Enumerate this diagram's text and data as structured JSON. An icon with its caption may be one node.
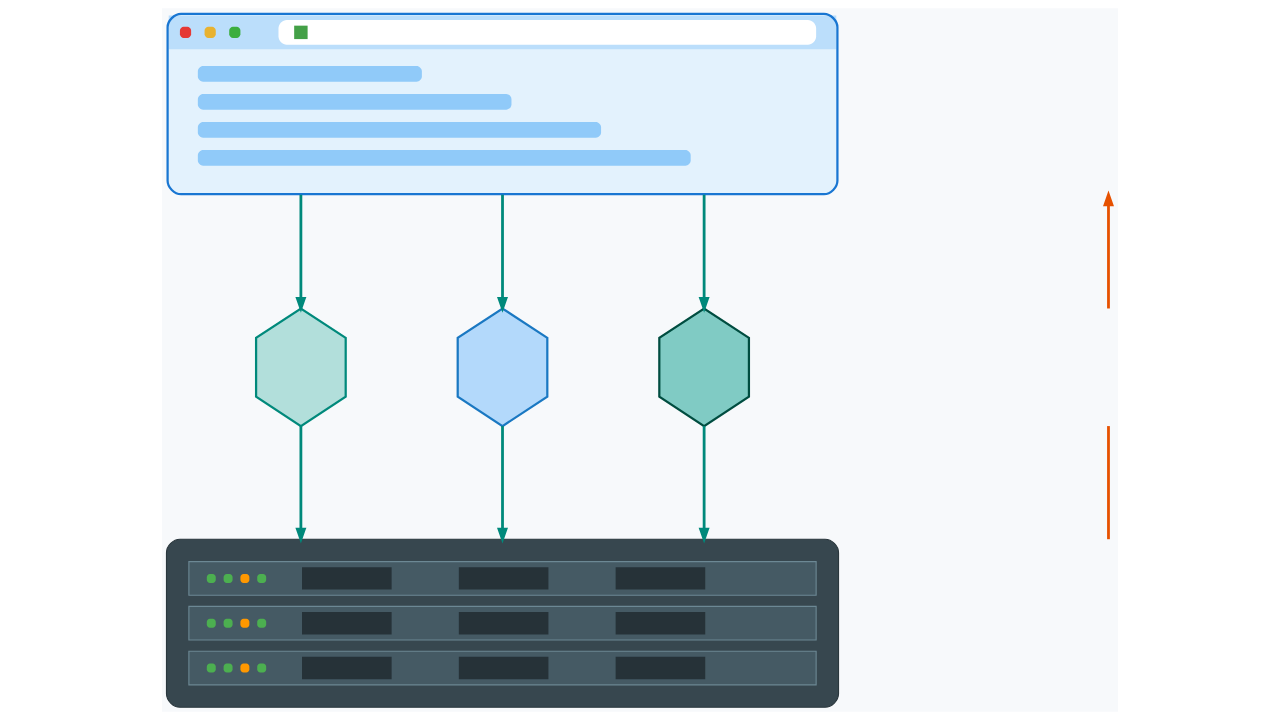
{
  "diagram": {
    "nodes": [
      {
        "text": [],
        "shape": "picture"
      },
      {
        "text": [],
        "shape": "shield"
      },
      {
        "text": [],
        "shape": "shield"
      },
      {
        "text": [],
        "shape": "shield"
      },
      {
        "text": [],
        "shape": "picture"
      }
    ],
    "edges": [
      {
        "from": 0,
        "to": 1,
        "arrow": "to"
      },
      {
        "from": 0,
        "to": 2,
        "arrow": "to"
      },
      {
        "from": 0,
        "to": 3,
        "arrow": "to"
      },
      {
        "from": 1,
        "to": 4,
        "arrow": "to"
      },
      {
        "from": 2,
        "to": 4,
        "arrow": "to"
      },
      {
        "from": 3,
        "to": 4,
        "arrow": "to"
      }
    ]
  }
}
